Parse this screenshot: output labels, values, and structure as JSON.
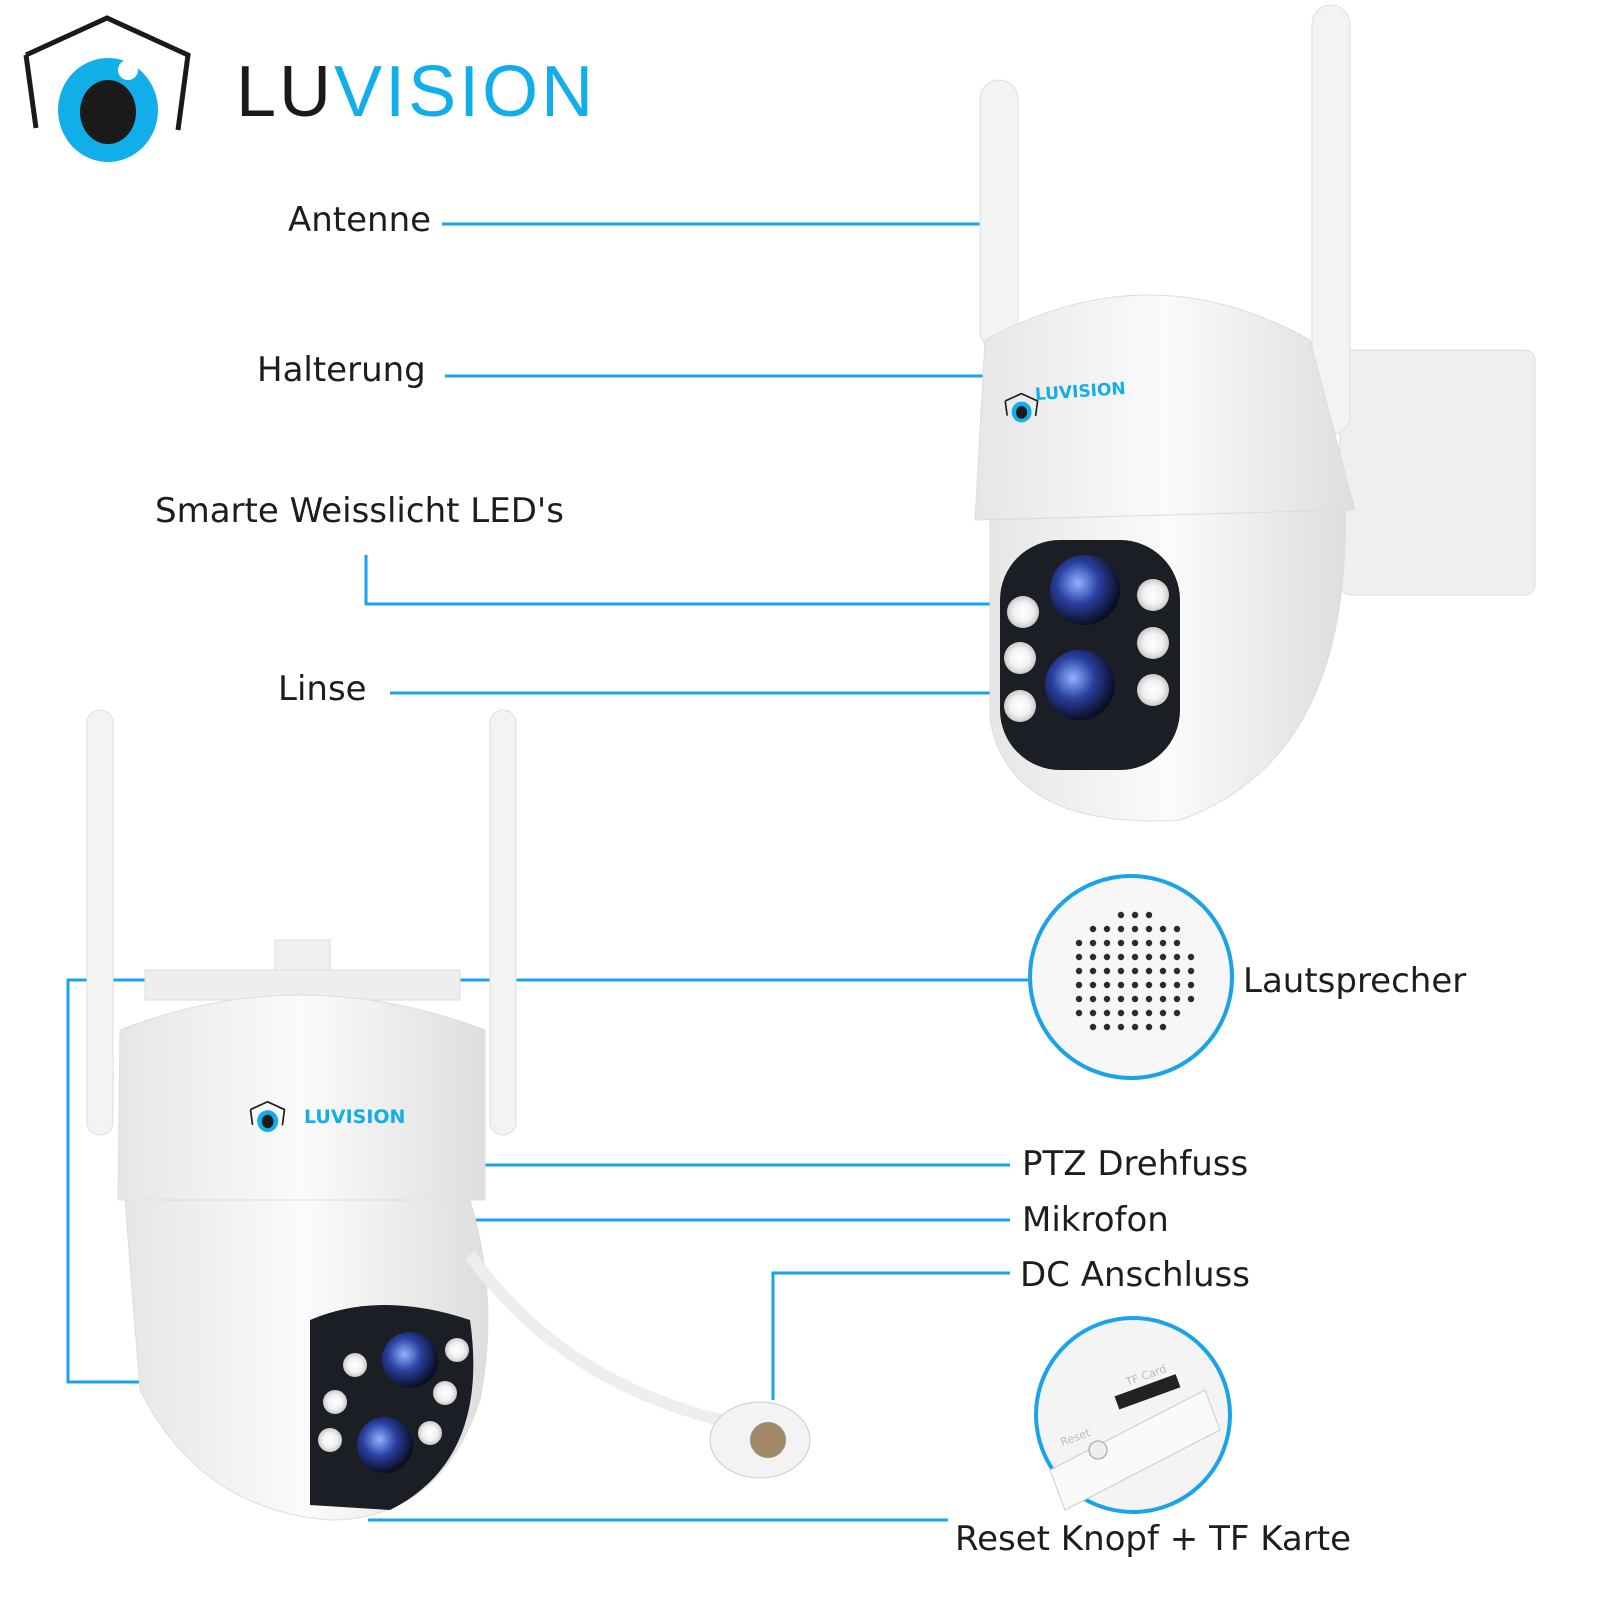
{
  "brand": {
    "part1": "LU",
    "part2": "VISION",
    "colors": {
      "dark": "#1a1a1a",
      "accent": "#12aeea"
    }
  },
  "camera_logo_text": "LUVISION",
  "labels": {
    "antenna": "Antenne",
    "mount": "Halterung",
    "leds": "Smarte Weisslicht LED's",
    "lens": "Linse",
    "speaker": "Lautsprecher",
    "ptz": "PTZ Drehfuss",
    "microphone": "Mikrofon",
    "dc": "DC Anschluss",
    "reset": "Reset Knopf + TF Karte"
  },
  "inset_texts": {
    "reset": "Reset",
    "tfcard": "TF Card"
  },
  "line_color": "#1aa3e8"
}
